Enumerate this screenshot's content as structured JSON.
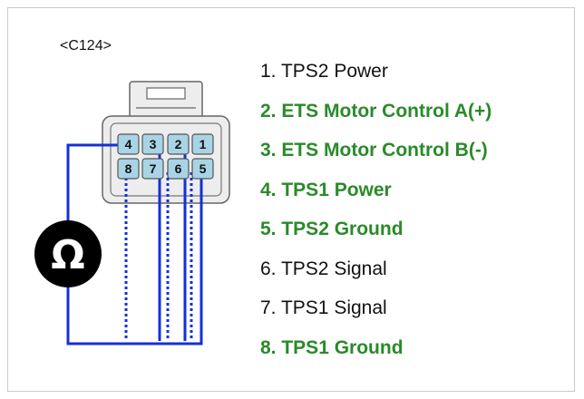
{
  "connector": {
    "id": "<C124>"
  },
  "pin_numbers": {
    "top": [
      "4",
      "3",
      "2",
      "1"
    ],
    "bottom": [
      "8",
      "7",
      "6",
      "5"
    ]
  },
  "meter": {
    "symbol": "Ω"
  },
  "pins": [
    {
      "label": "1. TPS2 Power",
      "highlight": false
    },
    {
      "label": "2. ETS Motor Control A(+)",
      "highlight": true
    },
    {
      "label": "3. ETS Motor Control B(-)",
      "highlight": true
    },
    {
      "label": "4. TPS1 Power",
      "highlight": true
    },
    {
      "label": "5. TPS2 Ground",
      "highlight": true
    },
    {
      "label": "6. TPS2 Signal",
      "highlight": false
    },
    {
      "label": "7. TPS1 Signal",
      "highlight": false
    },
    {
      "label": "8. TPS1 Ground",
      "highlight": true
    }
  ],
  "colors": {
    "wire": "#1530d6",
    "highlight_text": "#2a8a2a",
    "pin_fill": "#a9d4e6",
    "connector_fill": "#ededed",
    "meter_fill": "#000000"
  }
}
